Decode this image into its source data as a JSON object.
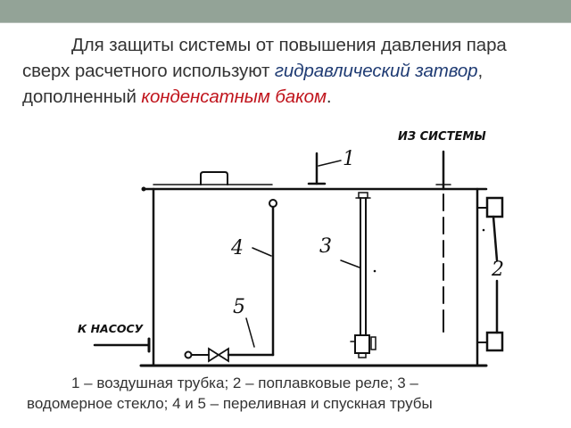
{
  "slide": {
    "header_color": "#93a397",
    "intro": {
      "part1": "Для защиты системы от повышения давления пара сверх расчетного используют ",
      "highlight1": "гидравлический затвор",
      "part2": ", дополненный ",
      "highlight2": "конденсатным баком",
      "part3": ".",
      "highlight1_color": "#1f3b73",
      "highlight2_color": "#c0141c"
    },
    "diagram": {
      "label_from_system": "ИЗ СИСТЕМЫ",
      "label_to_pump": "К НАСОСУ",
      "markers": {
        "air_tube": "1",
        "float_relay": "2",
        "water_glass": "3",
        "overflow_pipe": "4",
        "drain_pipe": "5"
      }
    },
    "caption": {
      "line1": "1 – воздушная трубка; 2 – поплавковые реле; 3 –",
      "line2": "водомерное стекло; 4 и 5 – переливная и спускная трубы"
    }
  }
}
